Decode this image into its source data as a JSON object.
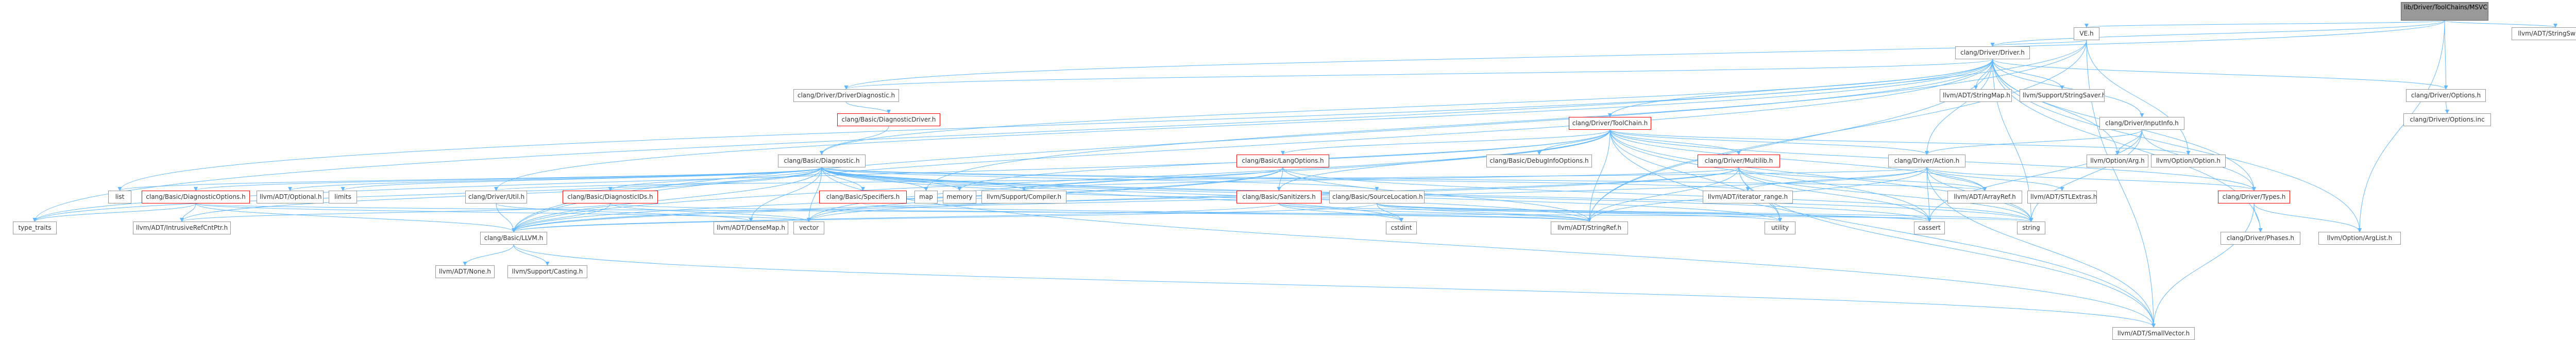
{
  "graph": {
    "colors": {
      "edge": "#63b8ff",
      "node_border": "#999999",
      "truncated_border": "#ff0000",
      "root_fill": "#999999",
      "text": "#333333"
    },
    "root": {
      "id": "root",
      "label": "lib/Driver/ToolChains/MSVC.cpp"
    },
    "nodes": [
      {
        "id": "vfs",
        "label": "VE.h",
        "truncated": false
      },
      {
        "id": "stringswitch",
        "label": "llvm/ADT/StringSwitch.h",
        "truncated": false
      },
      {
        "id": "driver",
        "label": "clang/Driver/Driver.h",
        "truncated": false
      },
      {
        "id": "driverdiag",
        "label": "clang/Driver/DriverDiagnostic.h",
        "truncated": false
      },
      {
        "id": "stringmap",
        "label": "llvm/ADT/StringMap.h",
        "truncated": false
      },
      {
        "id": "stringsaver",
        "label": "llvm/Support/StringSaver.h",
        "truncated": false
      },
      {
        "id": "options",
        "label": "clang/Driver/Options.h",
        "truncated": false
      },
      {
        "id": "optionsinc",
        "label": "clang/Driver/Options.inc",
        "truncated": false
      },
      {
        "id": "diagdriver",
        "label": "clang/Basic/DiagnosticDriver.h",
        "truncated": true
      },
      {
        "id": "toolchain",
        "label": "clang/Driver/ToolChain.h",
        "truncated": true
      },
      {
        "id": "inputinfo",
        "label": "clang/Driver/InputInfo.h",
        "truncated": false
      },
      {
        "id": "diagnostic",
        "label": "clang/Basic/Diagnostic.h",
        "truncated": false
      },
      {
        "id": "langoptions",
        "label": "clang/Basic/LangOptions.h",
        "truncated": true
      },
      {
        "id": "debuginfo",
        "label": "clang/Basic/DebugInfoOptions.h",
        "truncated": false
      },
      {
        "id": "multilib",
        "label": "clang/Driver/Multilib.h",
        "truncated": true
      },
      {
        "id": "action",
        "label": "clang/Driver/Action.h",
        "truncated": false
      },
      {
        "id": "optionopt",
        "label": "llvm/Option/Option.h",
        "truncated": false
      },
      {
        "id": "optionarg",
        "label": "llvm/Option/Arg.h",
        "truncated": false
      },
      {
        "id": "list",
        "label": "list",
        "truncated": false
      },
      {
        "id": "diagopts",
        "label": "clang/Basic/DiagnosticOptions.h",
        "truncated": true
      },
      {
        "id": "optional",
        "label": "llvm/ADT/Optional.h",
        "truncated": false
      },
      {
        "id": "limits",
        "label": "limits",
        "truncated": false
      },
      {
        "id": "util",
        "label": "clang/Driver/Util.h",
        "truncated": false
      },
      {
        "id": "diagids",
        "label": "clang/Basic/DiagnosticIDs.h",
        "truncated": true
      },
      {
        "id": "specifiers",
        "label": "clang/Basic/Specifiers.h",
        "truncated": true
      },
      {
        "id": "map",
        "label": "map",
        "truncated": false
      },
      {
        "id": "memory",
        "label": "memory",
        "truncated": false
      },
      {
        "id": "compiler",
        "label": "llvm/Support/Compiler.h",
        "truncated": false
      },
      {
        "id": "sanitizers",
        "label": "clang/Basic/Sanitizers.h",
        "truncated": true
      },
      {
        "id": "sourceloc",
        "label": "clang/Basic/SourceLocation.h",
        "truncated": false
      },
      {
        "id": "iterrange",
        "label": "llvm/ADT/iterator_range.h",
        "truncated": false
      },
      {
        "id": "arrayref",
        "label": "llvm/ADT/ArrayRef.h",
        "truncated": false
      },
      {
        "id": "stlextras",
        "label": "llvm/ADT/STLExtras.h",
        "truncated": false
      },
      {
        "id": "types",
        "label": "clang/Driver/Types.h",
        "truncated": true
      },
      {
        "id": "typetraits",
        "label": "type_traits",
        "truncated": false
      },
      {
        "id": "intrusive",
        "label": "llvm/ADT/IntrusiveRefCntPtr.h",
        "truncated": false
      },
      {
        "id": "basicllvm",
        "label": "clang/Basic/LLVM.h",
        "truncated": false
      },
      {
        "id": "densemap",
        "label": "llvm/ADT/DenseMap.h",
        "truncated": false
      },
      {
        "id": "vector",
        "label": "vector",
        "truncated": false
      },
      {
        "id": "cstdint",
        "label": "cstdint",
        "truncated": false
      },
      {
        "id": "stringref",
        "label": "llvm/ADT/StringRef.h",
        "truncated": false
      },
      {
        "id": "utility",
        "label": "utility",
        "truncated": false
      },
      {
        "id": "cassert",
        "label": "cassert",
        "truncated": false
      },
      {
        "id": "string",
        "label": "string",
        "truncated": false
      },
      {
        "id": "phases",
        "label": "clang/Driver/Phases.h",
        "truncated": false
      },
      {
        "id": "arglist",
        "label": "llvm/Option/ArgList.h",
        "truncated": false
      },
      {
        "id": "none",
        "label": "llvm/ADT/None.h",
        "truncated": false
      },
      {
        "id": "casting",
        "label": "llvm/Support/Casting.h",
        "truncated": false
      },
      {
        "id": "smallvector",
        "label": "llvm/ADT/SmallVector.h",
        "truncated": false
      }
    ],
    "edges": [
      [
        "root",
        "vfs"
      ],
      [
        "root",
        "stringswitch"
      ],
      [
        "root",
        "driver"
      ],
      [
        "root",
        "driverdiag"
      ],
      [
        "root",
        "options"
      ],
      [
        "root",
        "arglist"
      ],
      [
        "vfs",
        "driver"
      ],
      [
        "vfs",
        "optionopt"
      ],
      [
        "vfs",
        "smallvector"
      ],
      [
        "vfs",
        "typetraits"
      ],
      [
        "vfs",
        "basicllvm"
      ],
      [
        "vfs",
        "stringref"
      ],
      [
        "driver",
        "driverdiag"
      ],
      [
        "driver",
        "stringmap"
      ],
      [
        "driver",
        "stringsaver"
      ],
      [
        "driver",
        "options"
      ],
      [
        "driver",
        "toolchain"
      ],
      [
        "driver",
        "inputinfo"
      ],
      [
        "driver",
        "diagnostic"
      ],
      [
        "driver",
        "action"
      ],
      [
        "driver",
        "optionarg"
      ],
      [
        "driver",
        "types"
      ],
      [
        "driver",
        "phases"
      ],
      [
        "driver",
        "util"
      ],
      [
        "driver",
        "list"
      ],
      [
        "driver",
        "map"
      ],
      [
        "driver",
        "string"
      ],
      [
        "driver",
        "stringref"
      ],
      [
        "driver",
        "basicllvm"
      ],
      [
        "driver",
        "arglist"
      ],
      [
        "driverdiag",
        "diagdriver"
      ],
      [
        "options",
        "optionsinc"
      ],
      [
        "diagdriver",
        "diagnostic"
      ],
      [
        "toolchain",
        "langoptions"
      ],
      [
        "toolchain",
        "debuginfo"
      ],
      [
        "toolchain",
        "multilib"
      ],
      [
        "toolchain",
        "action"
      ],
      [
        "toolchain",
        "optionopt"
      ],
      [
        "toolchain",
        "types"
      ],
      [
        "toolchain",
        "sanitizers"
      ],
      [
        "toolchain",
        "arrayref"
      ],
      [
        "toolchain",
        "smallvector"
      ],
      [
        "toolchain",
        "stringref"
      ],
      [
        "toolchain",
        "memory"
      ],
      [
        "toolchain",
        "string"
      ],
      [
        "toolchain",
        "utility"
      ],
      [
        "toolchain",
        "cassert"
      ],
      [
        "toolchain",
        "vector"
      ],
      [
        "toolchain",
        "typetraits"
      ],
      [
        "toolchain",
        "basicllvm"
      ],
      [
        "inputinfo",
        "action"
      ],
      [
        "inputinfo",
        "types"
      ],
      [
        "inputinfo",
        "optionarg"
      ],
      [
        "inputinfo",
        "cassert"
      ],
      [
        "inputinfo",
        "string"
      ],
      [
        "diagnostic",
        "diagopts"
      ],
      [
        "diagnostic",
        "optional"
      ],
      [
        "diagnostic",
        "limits"
      ],
      [
        "diagnostic",
        "list"
      ],
      [
        "diagnostic",
        "diagids"
      ],
      [
        "diagnostic",
        "specifiers"
      ],
      [
        "diagnostic",
        "sourceloc"
      ],
      [
        "diagnostic",
        "map"
      ],
      [
        "diagnostic",
        "memory"
      ],
      [
        "diagnostic",
        "compiler"
      ],
      [
        "diagnostic",
        "iterrange"
      ],
      [
        "diagnostic",
        "arrayref"
      ],
      [
        "diagnostic",
        "densemap"
      ],
      [
        "diagnostic",
        "intrusive"
      ],
      [
        "diagnostic",
        "smallvector"
      ],
      [
        "diagnostic",
        "stringref"
      ],
      [
        "diagnostic",
        "basicllvm"
      ],
      [
        "diagnostic",
        "cassert"
      ],
      [
        "diagnostic",
        "cstdint"
      ],
      [
        "diagnostic",
        "string"
      ],
      [
        "diagnostic",
        "type_traits_alias"
      ],
      [
        "diagnostic",
        "utility"
      ],
      [
        "diagnostic",
        "vector"
      ],
      [
        "langoptions",
        "sanitizers"
      ],
      [
        "langoptions",
        "basicllvm"
      ],
      [
        "langoptions",
        "compiler"
      ],
      [
        "langoptions",
        "stringref"
      ],
      [
        "langoptions",
        "string"
      ],
      [
        "langoptions",
        "vector"
      ],
      [
        "multilib",
        "basicllvm"
      ],
      [
        "multilib",
        "compiler"
      ],
      [
        "multilib",
        "arrayref"
      ],
      [
        "multilib",
        "stringref"
      ],
      [
        "multilib",
        "smallvector"
      ],
      [
        "multilib",
        "cassert"
      ],
      [
        "multilib",
        "string"
      ],
      [
        "multilib",
        "utility"
      ],
      [
        "multilib",
        "vector"
      ],
      [
        "action",
        "types"
      ],
      [
        "action",
        "util"
      ],
      [
        "action",
        "arrayref"
      ],
      [
        "action",
        "iterrange"
      ],
      [
        "action",
        "stlextras"
      ],
      [
        "action",
        "smallvector"
      ],
      [
        "action",
        "stringref"
      ],
      [
        "action",
        "string"
      ],
      [
        "action",
        "cassert"
      ],
      [
        "action",
        "basicllvm"
      ],
      [
        "diagopts",
        "basicllvm"
      ],
      [
        "diagopts",
        "intrusive"
      ],
      [
        "diagopts",
        "string"
      ],
      [
        "diagopts",
        "type_traits_alias"
      ],
      [
        "diagopts",
        "vector"
      ],
      [
        "util",
        "basicllvm"
      ],
      [
        "util",
        "densemap"
      ],
      [
        "diagids",
        "basicllvm"
      ],
      [
        "diagids",
        "stringref"
      ],
      [
        "diagids",
        "intrusive"
      ],
      [
        "diagids",
        "vector"
      ],
      [
        "specifiers",
        "stringref"
      ],
      [
        "specifiers",
        "compiler"
      ],
      [
        "sanitizers",
        "basicllvm"
      ],
      [
        "sanitizers",
        "stringref"
      ],
      [
        "sanitizers",
        "cassert"
      ],
      [
        "sanitizers",
        "cstdint"
      ],
      [
        "sourceloc",
        "basicllvm"
      ],
      [
        "sourceloc",
        "compiler"
      ],
      [
        "sourceloc",
        "stringref"
      ],
      [
        "sourceloc",
        "cassert"
      ],
      [
        "sourceloc",
        "cstdint"
      ],
      [
        "sourceloc",
        "string"
      ],
      [
        "sourceloc",
        "utility"
      ],
      [
        "types",
        "phases"
      ],
      [
        "types",
        "smallvector"
      ],
      [
        "types",
        "arglist"
      ],
      [
        "basicllvm",
        "none"
      ],
      [
        "basicllvm",
        "casting"
      ],
      [
        "basicllvm",
        "smallvector"
      ]
    ]
  }
}
